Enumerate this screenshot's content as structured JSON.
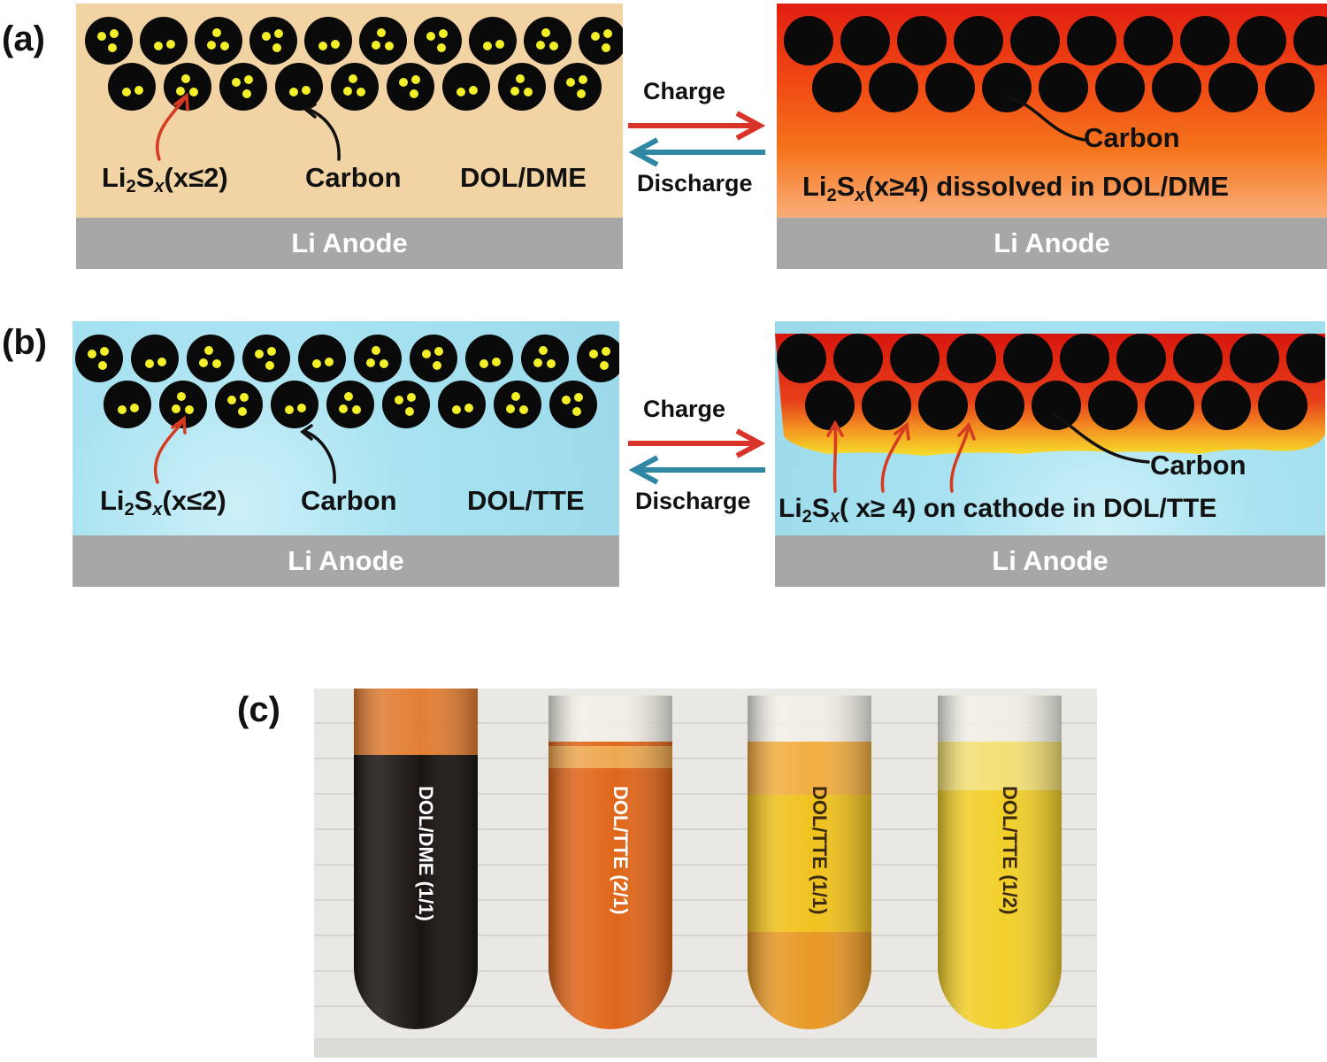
{
  "panels": {
    "a": {
      "letter": "(a)",
      "left": {
        "sulfide_label": {
          "prefix": "Li",
          "sub": "2",
          "mid": "S",
          "x": "x",
          "cond": "(x≤2)"
        },
        "carbon": "Carbon",
        "solvent": "DOL/DME",
        "anode": "Li Anode"
      },
      "charge": "Charge",
      "discharge": "Discharge",
      "right": {
        "carbon": "Carbon",
        "sulfide_label": {
          "prefix": "Li",
          "sub": "2",
          "mid": "S",
          "x": "x",
          "cond": "(x≥4) dissolved in DOL/DME"
        },
        "anode": "Li Anode"
      }
    },
    "b": {
      "letter": "(b)",
      "left": {
        "sulfide_label": {
          "prefix": "Li",
          "sub": "2",
          "mid": "S",
          "x": "x",
          "cond": "(x≤2)"
        },
        "carbon": "Carbon",
        "solvent": "DOL/TTE",
        "anode": "Li Anode"
      },
      "charge": "Charge",
      "discharge": "Discharge",
      "right": {
        "carbon": "Carbon",
        "sulfide_label": {
          "prefix": "Li",
          "sub": "2",
          "mid": "S",
          "x": "x",
          "cond": "( x≥ 4) on cathode  in DOL/TTE"
        },
        "anode": "Li Anode"
      }
    },
    "c": {
      "letter": "(c)",
      "tubes": [
        {
          "label": "DOL/DME (1/1)",
          "liquid": "#1a1512"
        },
        {
          "label": "DOL/TTE (2/1)",
          "liquid": "#e0661a"
        },
        {
          "label": "DOL/TTE (1/1)",
          "liquid": "#f0c21e"
        },
        {
          "label": "DOL/TTE (1/2)",
          "liquid": "#f2cf2a"
        }
      ]
    }
  },
  "colors": {
    "arrow_charge": "#d9342a",
    "arrow_discharge": "#2f87a3",
    "carbon": "#0a0a0a",
    "sulfur_dot": "#f3ef28",
    "pointer_red": "#d63a20"
  }
}
